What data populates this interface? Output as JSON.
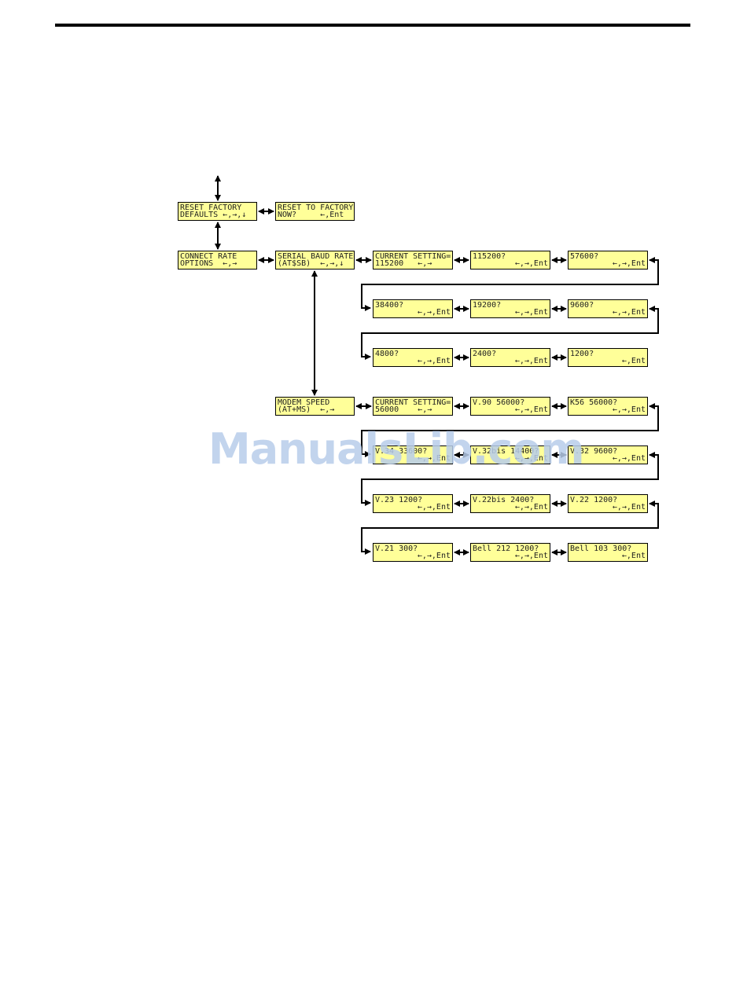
{
  "watermark": "ManualsLib.com",
  "colors": {
    "box_fill": "#ffff99",
    "line": "#000000",
    "watermark": "#b8cdea"
  },
  "boxes": {
    "reset_factory": {
      "l1": "RESET FACTORY",
      "l2": "DEFAULTS ←,→,↓"
    },
    "reset_now": {
      "l1": "RESET TO FACTORY",
      "l2": "NOW?     ←,Ent"
    },
    "connect_rate": {
      "l1": "CONNECT RATE",
      "l2": "OPTIONS  ←,→"
    },
    "serial_baud": {
      "l1": "SERIAL BAUD RATE",
      "l2": "(AT$SB)  ←,→,↓"
    },
    "baud_current": {
      "l1": "CURRENT SETTING=",
      "l2": "115200   ←,→"
    },
    "baud_115200": {
      "l1": "115200?",
      "l2": "←,→,Ent"
    },
    "baud_57600": {
      "l1": "57600?",
      "l2": "←,→,Ent"
    },
    "baud_38400": {
      "l1": "38400?",
      "l2": "←,→,Ent"
    },
    "baud_19200": {
      "l1": "19200?",
      "l2": "←,→,Ent"
    },
    "baud_9600": {
      "l1": "9600?",
      "l2": "←,→,Ent"
    },
    "baud_4800": {
      "l1": "4800?",
      "l2": "←,→,Ent"
    },
    "baud_2400": {
      "l1": "2400?",
      "l2": "←,→,Ent"
    },
    "baud_1200": {
      "l1": "1200?",
      "l2": "←,Ent"
    },
    "modem_speed": {
      "l1": "MODEM SPEED",
      "l2": "(AT+MS)  ←,→"
    },
    "modem_current": {
      "l1": "CURRENT SETTING=",
      "l2": "56000    ←,→"
    },
    "v90": {
      "l1": "V.90 56000?",
      "l2": "←,→,Ent"
    },
    "k56": {
      "l1": "K56 56000?",
      "l2": "←,→,Ent"
    },
    "v34": {
      "l1": "V.34 33600?",
      "l2": "←,→,Ent"
    },
    "v32bis": {
      "l1": "V.32bis 14400?",
      "l2": "←,→,Ent"
    },
    "v32": {
      "l1": "V.32 9600?",
      "l2": "←,→,Ent"
    },
    "v23": {
      "l1": "V.23 1200?",
      "l2": "←,→,Ent"
    },
    "v22bis": {
      "l1": "V.22bis 2400?",
      "l2": "←,→,Ent"
    },
    "v22": {
      "l1": "V.22 1200?",
      "l2": "←,→,Ent"
    },
    "v21": {
      "l1": "V.21 300?",
      "l2": "←,→,Ent"
    },
    "bell212": {
      "l1": "Bell 212 1200?",
      "l2": "←,→,Ent"
    },
    "bell103": {
      "l1": "Bell 103 300?",
      "l2": "←,Ent"
    }
  }
}
